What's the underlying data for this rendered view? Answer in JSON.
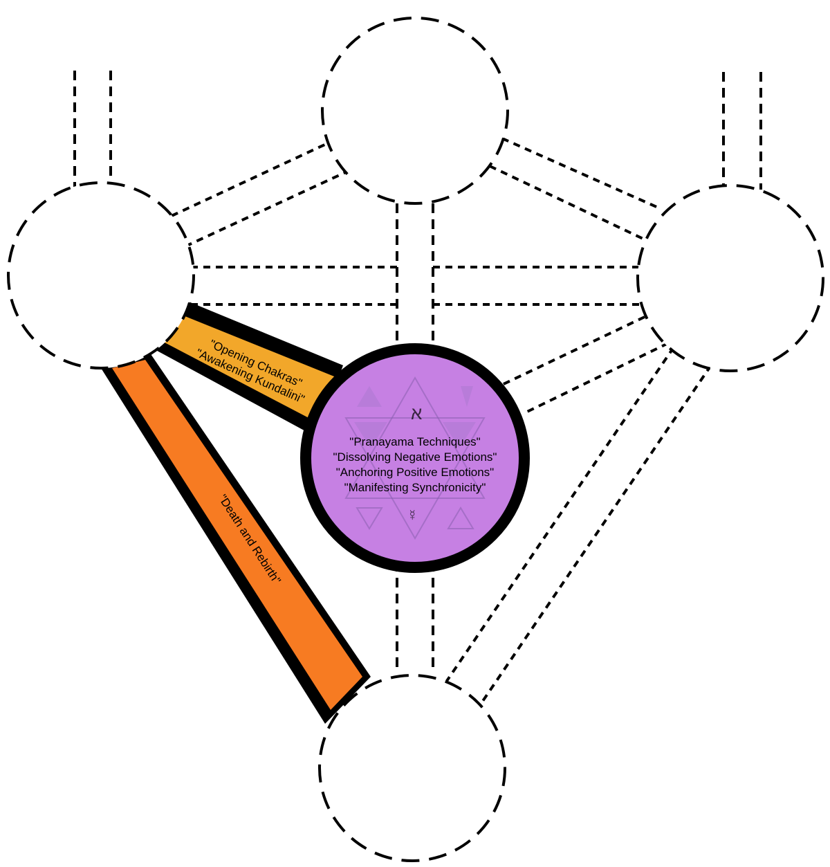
{
  "colors": {
    "center_fill": "#c680e3",
    "center_stroke": "#000000",
    "upper_path_fill": "#f2a72a",
    "lower_path_fill": "#f77b22",
    "line": "#000000",
    "background": "#ffffff"
  },
  "center_node": {
    "lines": [
      "\"Pranayama Techniques\"",
      "\"Dissolving Negative Emotions\"",
      "\"Anchoring Positive Emotions\"",
      "\"Manifesting Synchronicity\""
    ],
    "emblem": "hexagram-with-element-triangles-icon"
  },
  "upper_path": {
    "lines": [
      "\"Opening Chakras\"",
      "\"Awakening Kundalini\""
    ]
  },
  "lower_path": {
    "lines": [
      "\"Death and Rebirth\""
    ]
  }
}
